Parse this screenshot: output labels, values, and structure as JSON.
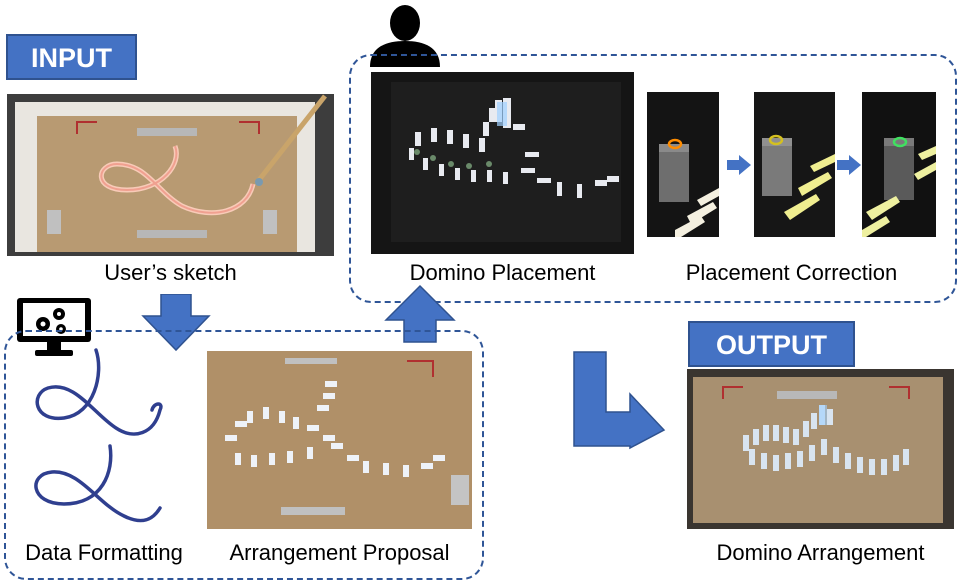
{
  "labels": {
    "input": "INPUT",
    "output": "OUTPUT"
  },
  "captions": {
    "users_sketch": "User’s sketch",
    "domino_placement": "Domino Placement",
    "placement_correction": "Placement Correction",
    "data_formatting": "Data Formatting",
    "arrangement_proposal": "Arrangement Proposal",
    "domino_arrangement": "Domino Arrangement"
  },
  "colors": {
    "accent_blue": "#4472c4",
    "dashed_border": "#2f5597",
    "curve_blue": "#2f3f8f",
    "board_tan": "#b89a72"
  },
  "icons": {
    "user": "person-silhouette-icon",
    "computer": "computer-gears-icon"
  }
}
